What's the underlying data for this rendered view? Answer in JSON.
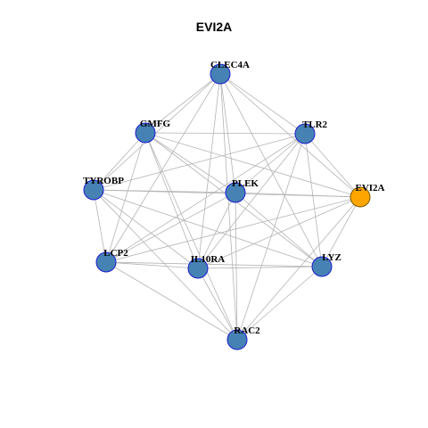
{
  "title": "EVI2A",
  "colors": {
    "node": "#4682B4",
    "node_stroke": "#1c1ccf",
    "focus_node": "#FFA500",
    "focus_stroke": "#7a5a00",
    "edge": "#b4b4b4"
  },
  "nodes": [
    {
      "id": "CLEC4A",
      "label": "CLEC4A",
      "focus": false
    },
    {
      "id": "GMFG",
      "label": "GMFG",
      "focus": false
    },
    {
      "id": "TLR2",
      "label": "TLR2",
      "focus": false
    },
    {
      "id": "TYROBP",
      "label": "TYROBP",
      "focus": false
    },
    {
      "id": "PLEK",
      "label": "PLEK",
      "focus": false
    },
    {
      "id": "EVI2A",
      "label": "EVI2A",
      "focus": true
    },
    {
      "id": "LCP2",
      "label": "LCP2",
      "focus": false
    },
    {
      "id": "IL10RA",
      "label": "IL10RA",
      "focus": false
    },
    {
      "id": "LYZ",
      "label": "LYZ",
      "focus": false
    },
    {
      "id": "RAC2",
      "label": "RAC2",
      "focus": false
    }
  ],
  "edges": [
    [
      "CLEC4A",
      "GMFG"
    ],
    [
      "CLEC4A",
      "TLR2"
    ],
    [
      "CLEC4A",
      "PLEK"
    ],
    [
      "CLEC4A",
      "EVI2A"
    ],
    [
      "CLEC4A",
      "LCP2"
    ],
    [
      "CLEC4A",
      "IL10RA"
    ],
    [
      "CLEC4A",
      "LYZ"
    ],
    [
      "CLEC4A",
      "RAC2"
    ],
    [
      "CLEC4A",
      "TYROBP"
    ],
    [
      "GMFG",
      "TLR2"
    ],
    [
      "GMFG",
      "PLEK"
    ],
    [
      "GMFG",
      "EVI2A"
    ],
    [
      "GMFG",
      "LCP2"
    ],
    [
      "GMFG",
      "IL10RA"
    ],
    [
      "GMFG",
      "LYZ"
    ],
    [
      "GMFG",
      "RAC2"
    ],
    [
      "GMFG",
      "TYROBP"
    ],
    [
      "TLR2",
      "TYROBP"
    ],
    [
      "TLR2",
      "PLEK"
    ],
    [
      "TLR2",
      "EVI2A"
    ],
    [
      "TLR2",
      "LCP2"
    ],
    [
      "TLR2",
      "IL10RA"
    ],
    [
      "TLR2",
      "LYZ"
    ],
    [
      "TLR2",
      "RAC2"
    ],
    [
      "TYROBP",
      "PLEK"
    ],
    [
      "TYROBP",
      "EVI2A"
    ],
    [
      "TYROBP",
      "LCP2"
    ],
    [
      "TYROBP",
      "IL10RA"
    ],
    [
      "TYROBP",
      "LYZ"
    ],
    [
      "TYROBP",
      "RAC2"
    ],
    [
      "PLEK",
      "EVI2A"
    ],
    [
      "PLEK",
      "LCP2"
    ],
    [
      "PLEK",
      "IL10RA"
    ],
    [
      "PLEK",
      "LYZ"
    ],
    [
      "PLEK",
      "RAC2"
    ],
    [
      "EVI2A",
      "LCP2"
    ],
    [
      "EVI2A",
      "IL10RA"
    ],
    [
      "EVI2A",
      "LYZ"
    ],
    [
      "EVI2A",
      "RAC2"
    ],
    [
      "LCP2",
      "IL10RA"
    ],
    [
      "LCP2",
      "LYZ"
    ],
    [
      "LCP2",
      "RAC2"
    ],
    [
      "IL10RA",
      "LYZ"
    ],
    [
      "IL10RA",
      "RAC2"
    ],
    [
      "LYZ",
      "RAC2"
    ]
  ]
}
